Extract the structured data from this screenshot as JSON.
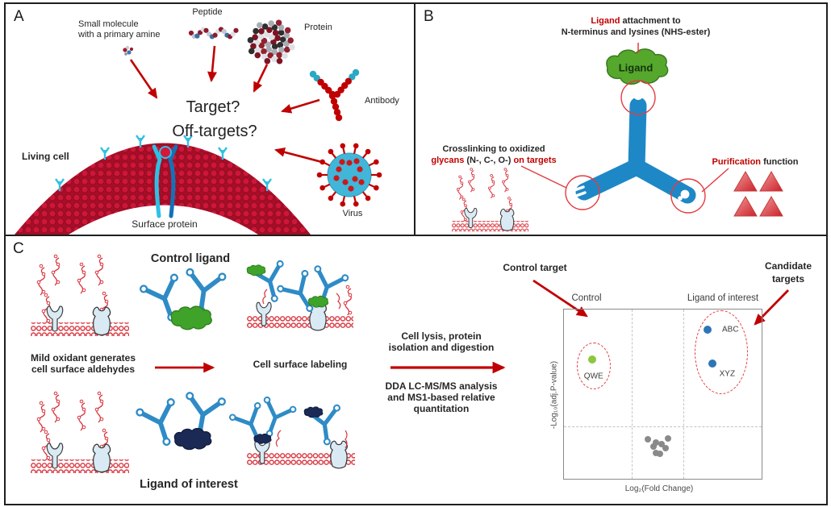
{
  "panel_a": {
    "label": "A",
    "small_molecule_line1": "Small molecule",
    "small_molecule_line2": "with a primary amine",
    "peptide": "Peptide",
    "protein": "Protein",
    "antibody": "Antibody",
    "virus": "Virus",
    "target_question": "Target?",
    "offtarget_question": "Off-targets?",
    "living_cell": "Living cell",
    "surface_protein": "Surface protein"
  },
  "panel_b": {
    "label": "B",
    "top_annotation": {
      "red": "Ligand",
      "black": " attachment to",
      "line2": "N-terminus and lysines (NHS-ester)"
    },
    "ligand_blob_label": "Ligand",
    "left_annotation": {
      "line1": "Crosslinking to oxidized",
      "red1": "glycans ",
      "black": "(N-, C-, O-) ",
      "red2": "on targets"
    },
    "right_annotation": {
      "red": "Purification",
      "black": " function"
    }
  },
  "panel_c": {
    "label": "C",
    "control_ligand": "Control ligand",
    "mild_oxidant_line1": "Mild oxidant generates",
    "mild_oxidant_line2": "cell surface aldehydes",
    "cell_surface_labeling": "Cell surface labeling",
    "ligand_of_interest": "Ligand of interest",
    "step1_line1": "Cell lysis, protein",
    "step1_line2": "isolation and digestion",
    "step2_line1": "DDA LC-MS/MS analysis",
    "step2_line2": "and MS1-based relative",
    "step2_line3": "quantitation",
    "control_target": "Control target",
    "candidate_line1": "Candidate",
    "candidate_line2": "targets",
    "plot": {
      "type": "scatter",
      "left_header": "Control",
      "right_header": "Ligand of interest",
      "xlabel": "Log₂(Fold Change)",
      "ylabel": "-Log₁₀(adj.P-value)",
      "points": [
        {
          "label": "QWE",
          "color": "#8DC63F",
          "x_pct": 14.2,
          "y_pct": 29.5,
          "lx_pct": 15.0,
          "ly_pct": 39.6
        },
        {
          "label": "ABC",
          "color": "#2E75B6",
          "x_pct": 72.5,
          "y_pct": 12.0,
          "lx_pct": 84.2,
          "ly_pct": 11.8
        },
        {
          "label": "XYZ",
          "color": "#2E75B6",
          "x_pct": 74.9,
          "y_pct": 32.0,
          "lx_pct": 82.6,
          "ly_pct": 38.2
        }
      ],
      "background_points_pct": [
        [
          42.5,
          76.9
        ],
        [
          46.6,
          78.8
        ],
        [
          49.4,
          79.7
        ],
        [
          52.6,
          76.4
        ],
        [
          45.3,
          81.1
        ],
        [
          51.4,
          82.1
        ],
        [
          46.6,
          84.9
        ],
        [
          48.6,
          85.4
        ]
      ],
      "background_color": "#8a8a8a"
    }
  },
  "colors": {
    "arrow_red": "#C00000",
    "annotation_red": "#E23C42",
    "probe_blue": "#1E88C7",
    "ligand_green": "#55A82C",
    "ligand_navy": "#1B2A55",
    "membrane_red": "#D8353F",
    "control_dot_green": "#8DC63F",
    "candidate_dot_blue": "#2E75B6"
  }
}
